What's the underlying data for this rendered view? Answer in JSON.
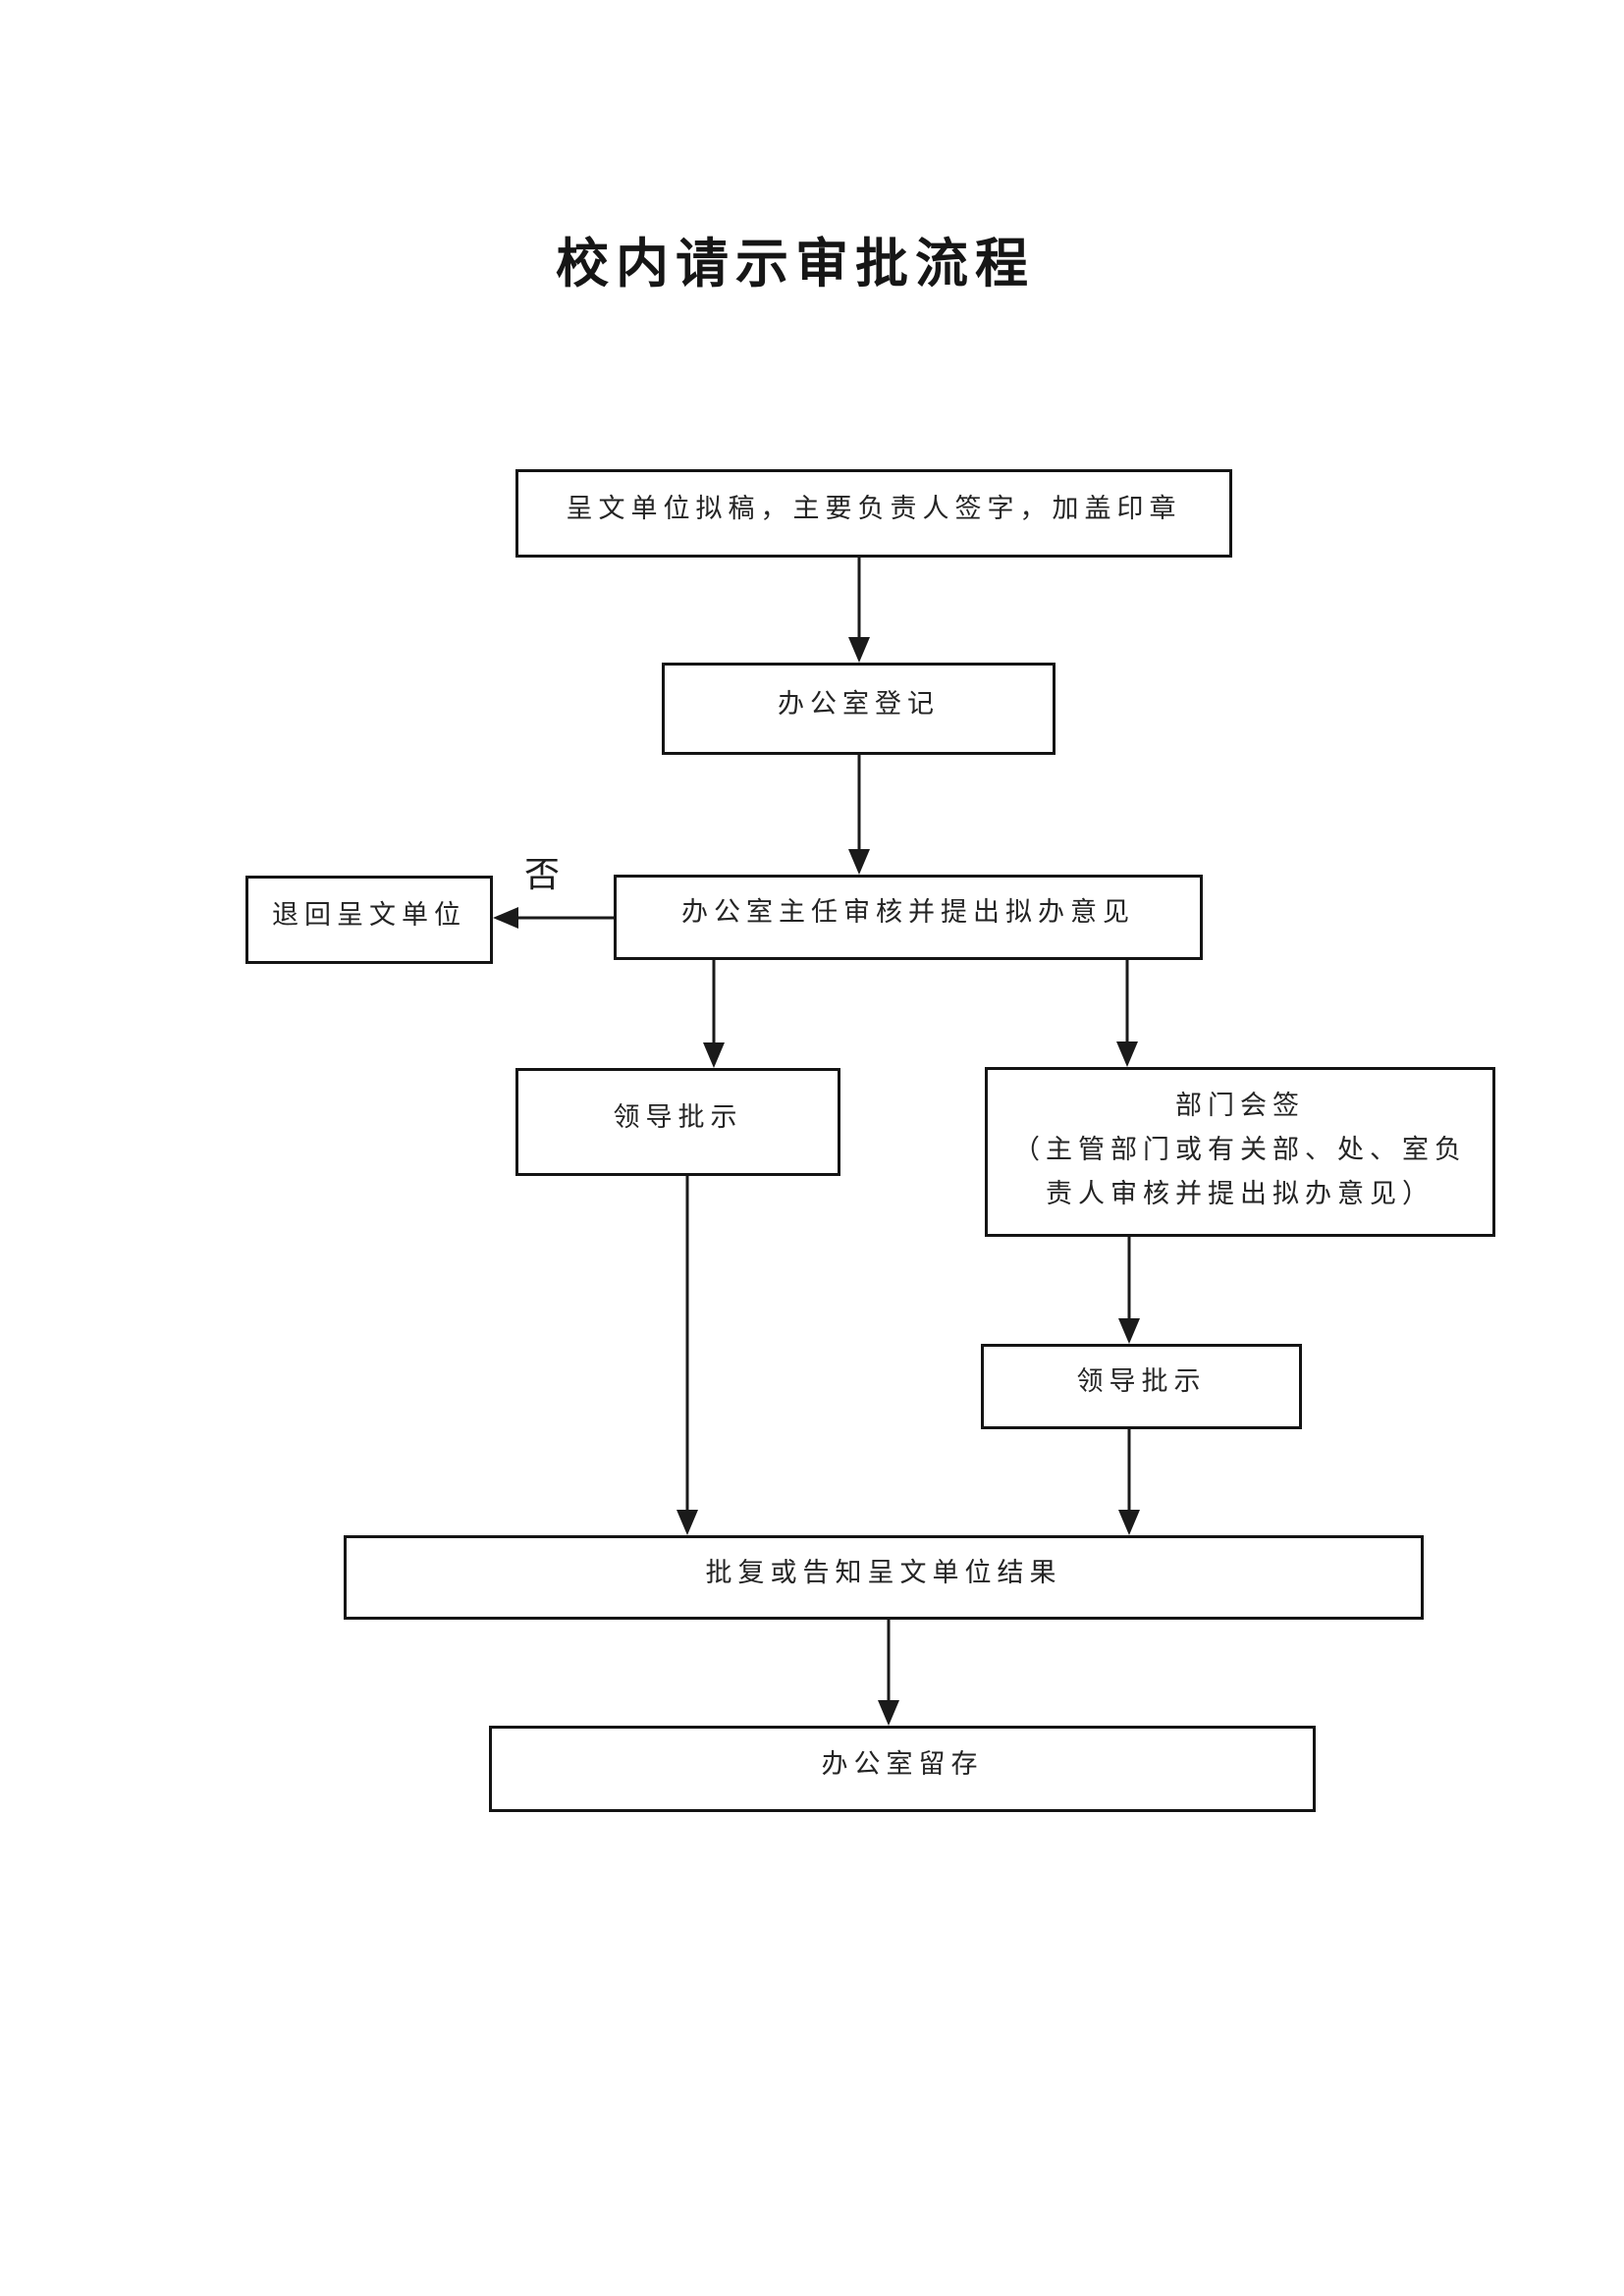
{
  "title": "校内请示审批流程",
  "flowchart": {
    "nodes": [
      {
        "id": "draft",
        "label": "呈文单位拟稿，主要负责人签字，加盖印章"
      },
      {
        "id": "register",
        "label": "办公室登记"
      },
      {
        "id": "director",
        "label": "办公室主任审核并提出拟办意见"
      },
      {
        "id": "return",
        "label": "退回呈文单位"
      },
      {
        "id": "leader_left",
        "label": "领导批示"
      },
      {
        "id": "countersign",
        "label": "部门会签",
        "label_line2": "（主管部门或有关部、处、室负",
        "label_line3": "责人审核并提出拟办意见）"
      },
      {
        "id": "leader_right",
        "label": "领导批示"
      },
      {
        "id": "reply",
        "label": "批复或告知呈文单位结果"
      },
      {
        "id": "archive",
        "label": "办公室留存"
      }
    ],
    "edge_labels": {
      "no": "否"
    }
  },
  "colors": {
    "background": "#ffffff",
    "line": "#1a1a1a",
    "text": "#242424"
  }
}
